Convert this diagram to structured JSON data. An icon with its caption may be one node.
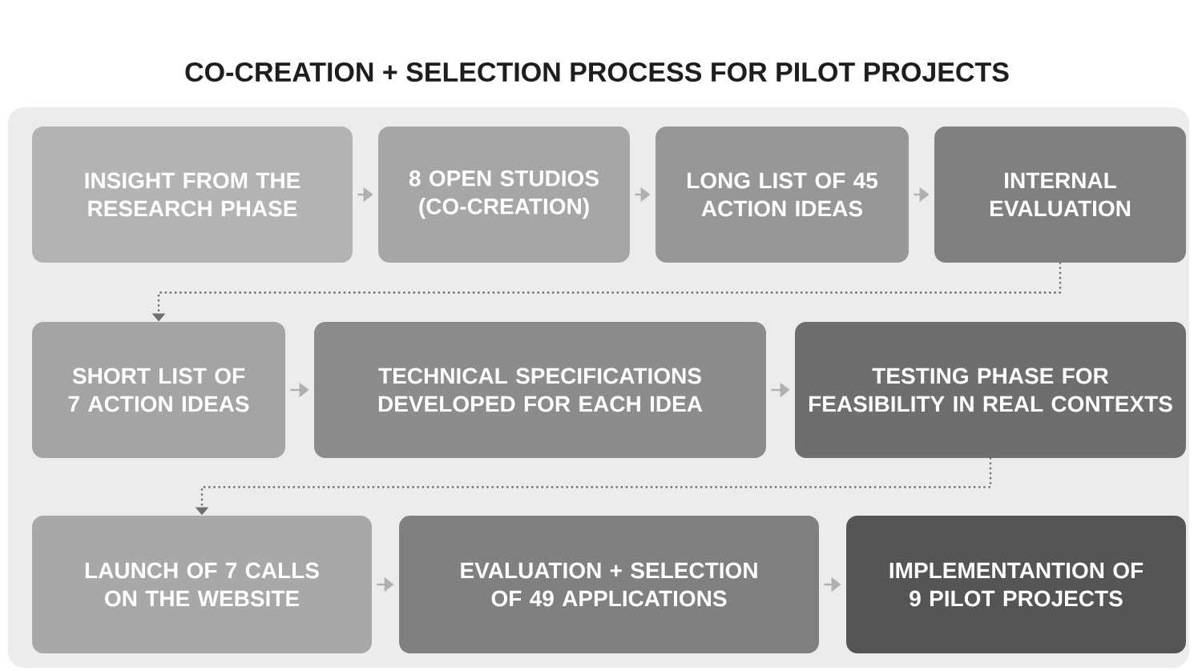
{
  "diagram": {
    "title": "CO-CREATION + SELECTION PROCESS FOR PILOT PROJECTS",
    "nodes": [
      {
        "text": [
          "INSIGHT FROM THE RESEARCH PHASE"
        ]
      },
      {
        "text": [
          "8 OPEN STUDIOS (CO-CREATION)"
        ]
      },
      {
        "text": [
          "LONG LIST OF 45 ACTION IDEAS"
        ]
      },
      {
        "text": [
          "INTERNAL EVALUATION"
        ]
      },
      {
        "text": [
          "SHORT LIST OF 7 ACTION IDEAS"
        ]
      },
      {
        "text": [
          "TECHNICAL SPECIFICATIONS DEVELOPED FOR EACH IDEA"
        ]
      },
      {
        "text": [
          "TESTING PHASE FOR FEASIBILITY IN REAL CONTEXTS"
        ]
      },
      {
        "text": [
          "LAUNCH OF 7 CALLS ON THE WEBSITE"
        ]
      },
      {
        "text": [
          "EVALUATION + SELECTION OF 49 APPLICATIONS"
        ]
      },
      {
        "text": [
          "IMPLEMENTANTION OF 9 PILOT PROJECTS"
        ]
      }
    ],
    "edges": [
      {
        "from": 0,
        "to": 1,
        "arrow": "to"
      },
      {
        "from": 1,
        "to": 2,
        "arrow": "to"
      },
      {
        "from": 2,
        "to": 3,
        "arrow": "to"
      },
      {
        "from": 3,
        "to": 4,
        "arrow": "to",
        "style": "dashed"
      },
      {
        "from": 4,
        "to": 5,
        "arrow": "to"
      },
      {
        "from": 5,
        "to": 6,
        "arrow": "to"
      },
      {
        "from": 6,
        "to": 7,
        "arrow": "to",
        "style": "dashed"
      },
      {
        "from": 7,
        "to": 8,
        "arrow": "to"
      },
      {
        "from": 8,
        "to": 9,
        "arrow": "to"
      }
    ]
  }
}
